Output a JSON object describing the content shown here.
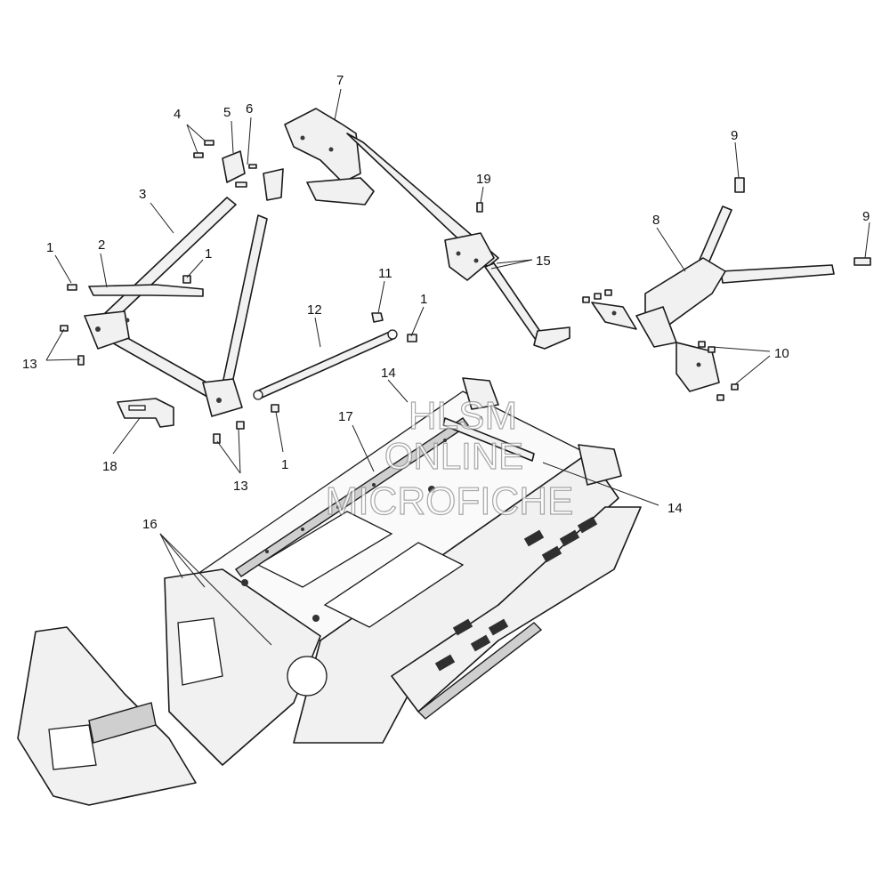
{
  "diagram": {
    "callouts": {
      "c1a": "1",
      "c1b": "1",
      "c1c": "1",
      "c1d": "1",
      "c2": "2",
      "c3": "3",
      "c4": "4",
      "c5": "5",
      "c6": "6",
      "c7": "7",
      "c8": "8",
      "c9a": "9",
      "c9b": "9",
      "c10": "10",
      "c11": "11",
      "c12": "12",
      "c13a": "13",
      "c13b": "13",
      "c14a": "14",
      "c14b": "14",
      "c15": "15",
      "c16": "16",
      "c17": "17",
      "c18": "18",
      "c19": "19"
    },
    "watermark": {
      "line1": "HLSM",
      "line2": "ONLINE",
      "line3": "MICROFICHE"
    }
  }
}
